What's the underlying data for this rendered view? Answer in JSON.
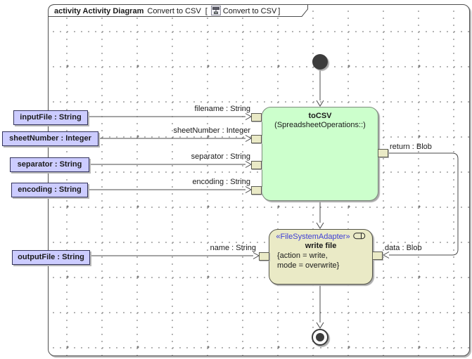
{
  "diagram": {
    "kind": "activity Activity Diagram",
    "name": "Convert to CSV",
    "bracket_open": "[",
    "ref": "Convert to CSV",
    "bracket_close": "]"
  },
  "parameters": {
    "inputFile": "inputFile : String",
    "sheetNumber": "sheetNumber : Integer",
    "separator": "separator : String",
    "encoding": "encoding : String",
    "outputFile": "outputFile : String"
  },
  "actions": {
    "toCSV": {
      "name": "toCSV",
      "qualifier": "(SpreadsheetOperations::)"
    },
    "writeFile": {
      "stereotype": "«FileSystemAdapter»",
      "name": "write file",
      "constraint1": "{action = write,",
      "constraint2": "mode = overwrite}"
    }
  },
  "edges": {
    "filename": "filename : String",
    "sheetNumber": "sheetNumber : Integer",
    "separator": "separator : String",
    "encoding": "encoding : String",
    "name": "name : String",
    "return": "return : Blob",
    "data": "data : Blob"
  },
  "colors": {
    "action_fill": "#ccffcc",
    "adapter_fill": "#eaeac6",
    "parameter_fill": "#ccccff",
    "pin_fill": "#eaeac6",
    "stereotype_text": "#3d3dd6",
    "edge": "#4a4a4a"
  }
}
